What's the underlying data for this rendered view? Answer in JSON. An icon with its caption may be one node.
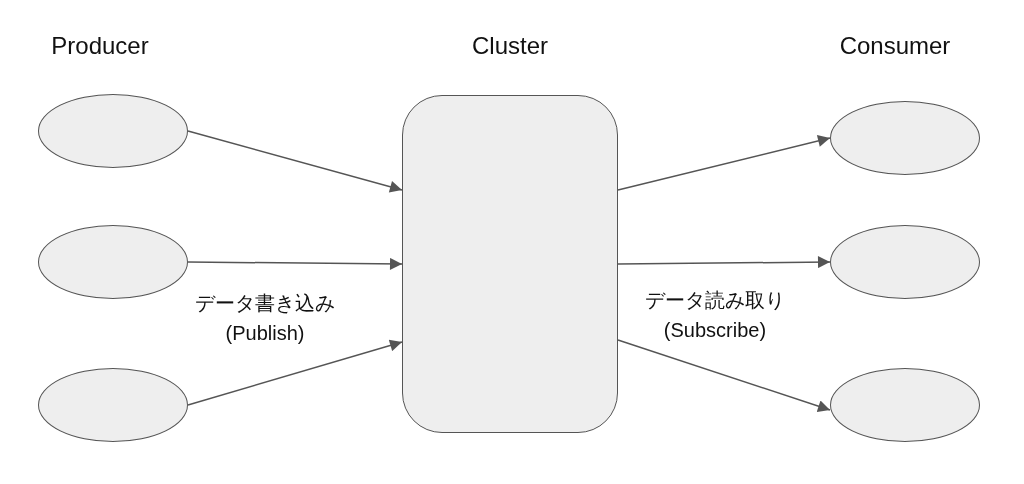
{
  "diagram": {
    "nodes": [
      {
        "text": [],
        "shape": "ellipse"
      },
      {
        "text": [],
        "shape": "ellipse"
      },
      {
        "text": [],
        "shape": "ellipse"
      },
      {
        "text": [
          "Cluster"
        ]
      },
      {
        "text": [],
        "shape": "ellipse"
      },
      {
        "text": [],
        "shape": "ellipse"
      },
      {
        "text": [],
        "shape": "ellipse"
      }
    ],
    "edges": [
      {
        "from": 0,
        "to": 3,
        "arrow": "to"
      },
      {
        "from": 1,
        "to": 3,
        "arrow": "to"
      },
      {
        "from": 2,
        "to": 3,
        "arrow": "to"
      },
      {
        "from": 3,
        "to": 4,
        "arrow": "to"
      },
      {
        "from": 3,
        "to": 5,
        "arrow": "to"
      },
      {
        "from": 3,
        "to": 6,
        "arrow": "to"
      }
    ],
    "labels": [
      "Producer",
      "Consumer",
      "データ書き込み (Publish)",
      "データ読み取り (Subscribe)"
    ]
  }
}
